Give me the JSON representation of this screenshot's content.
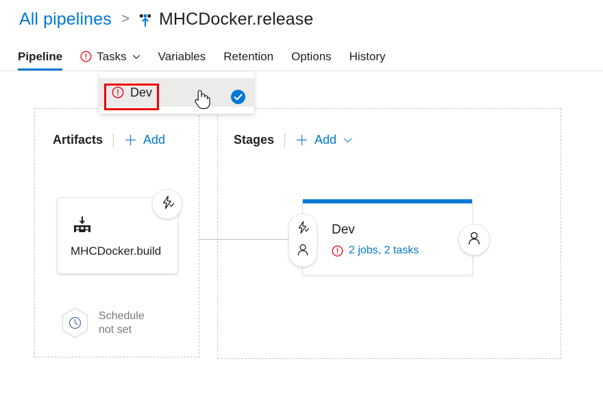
{
  "breadcrumb": {
    "parent_label": "All pipelines",
    "separator": ">",
    "current_label": "MHCDocker.release",
    "current_icon": "release-pipeline-icon"
  },
  "tabs": [
    {
      "label": "Pipeline",
      "active": true,
      "has_error": false,
      "has_chevron": false
    },
    {
      "label": "Tasks",
      "active": false,
      "has_error": true,
      "has_chevron": true
    },
    {
      "label": "Variables",
      "active": false,
      "has_error": false,
      "has_chevron": false
    },
    {
      "label": "Retention",
      "active": false,
      "has_error": false,
      "has_chevron": false
    },
    {
      "label": "Options",
      "active": false,
      "has_error": false,
      "has_chevron": false
    },
    {
      "label": "History",
      "active": false,
      "has_error": false,
      "has_chevron": false
    }
  ],
  "tasks_menu": {
    "items": [
      {
        "label": "Dev",
        "has_error": true,
        "selected": true,
        "hovered": true,
        "check_icon": "check-circle-icon",
        "error_icon": "error-circle-icon"
      }
    ],
    "cursor_icon": "hand-pointer-cursor",
    "highlight_color": "#ee0000"
  },
  "artifacts": {
    "title": "Artifacts",
    "add_label": "Add",
    "add_icon": "plus-icon",
    "card": {
      "name": "MHCDocker.build",
      "icon": "build-artifact-icon",
      "trigger_badge_icon": "lightning-bolt-icon"
    },
    "schedule": {
      "text": "Schedule\nnot set",
      "icon": "clock-icon"
    }
  },
  "stages": {
    "title": "Stages",
    "add_label": "Add",
    "add_icon": "plus-icon",
    "add_chevron_icon": "chevron-down-icon",
    "cards": [
      {
        "name": "Dev",
        "status_text": "2 jobs, 2 tasks",
        "status_icon": "error-circle-icon",
        "status_color": "#0078d4",
        "accent_color": "#0078d4",
        "pre_deploy_icons": [
          "lightning-bolt-icon",
          "person-icon"
        ],
        "post_deploy_icons": [
          "person-icon"
        ]
      }
    ]
  },
  "colors": {
    "accent": "#0078d4",
    "error": "#e81123",
    "text": "#201f1e",
    "muted": "#797775",
    "dashed_border": "#c8c6c4"
  }
}
